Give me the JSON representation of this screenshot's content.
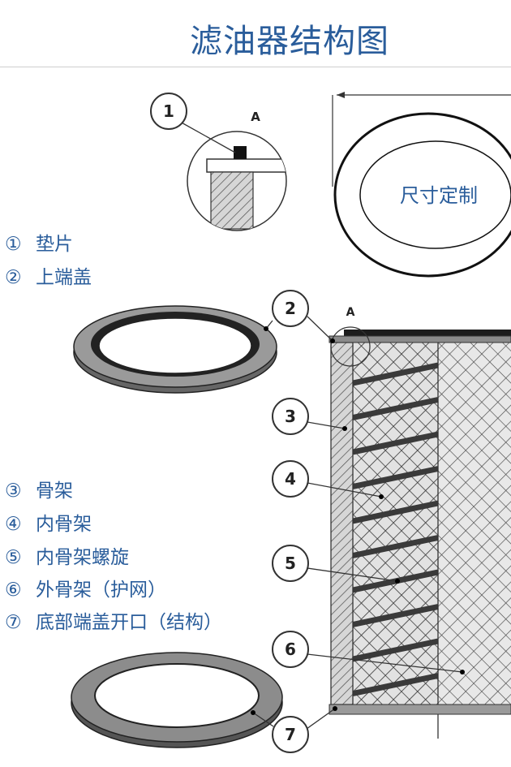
{
  "title": "滤油器结构图",
  "custom_size_label": "尺寸定制",
  "detail_label": "A",
  "legend": [
    {
      "num": "①",
      "label": "垫片"
    },
    {
      "num": "②",
      "label": "上端盖"
    },
    {
      "num": "③",
      "label": "骨架"
    },
    {
      "num": "④",
      "label": "内骨架"
    },
    {
      "num": "⑤",
      "label": "内骨架螺旋"
    },
    {
      "num": "⑥",
      "label": "外骨架（护网）"
    },
    {
      "num": "⑦",
      "label": "底部端盖开口（结构）"
    }
  ],
  "badges": [
    "1",
    "2",
    "3",
    "4",
    "5",
    "6",
    "7"
  ],
  "colors": {
    "accent": "#2a5d9b"
  }
}
